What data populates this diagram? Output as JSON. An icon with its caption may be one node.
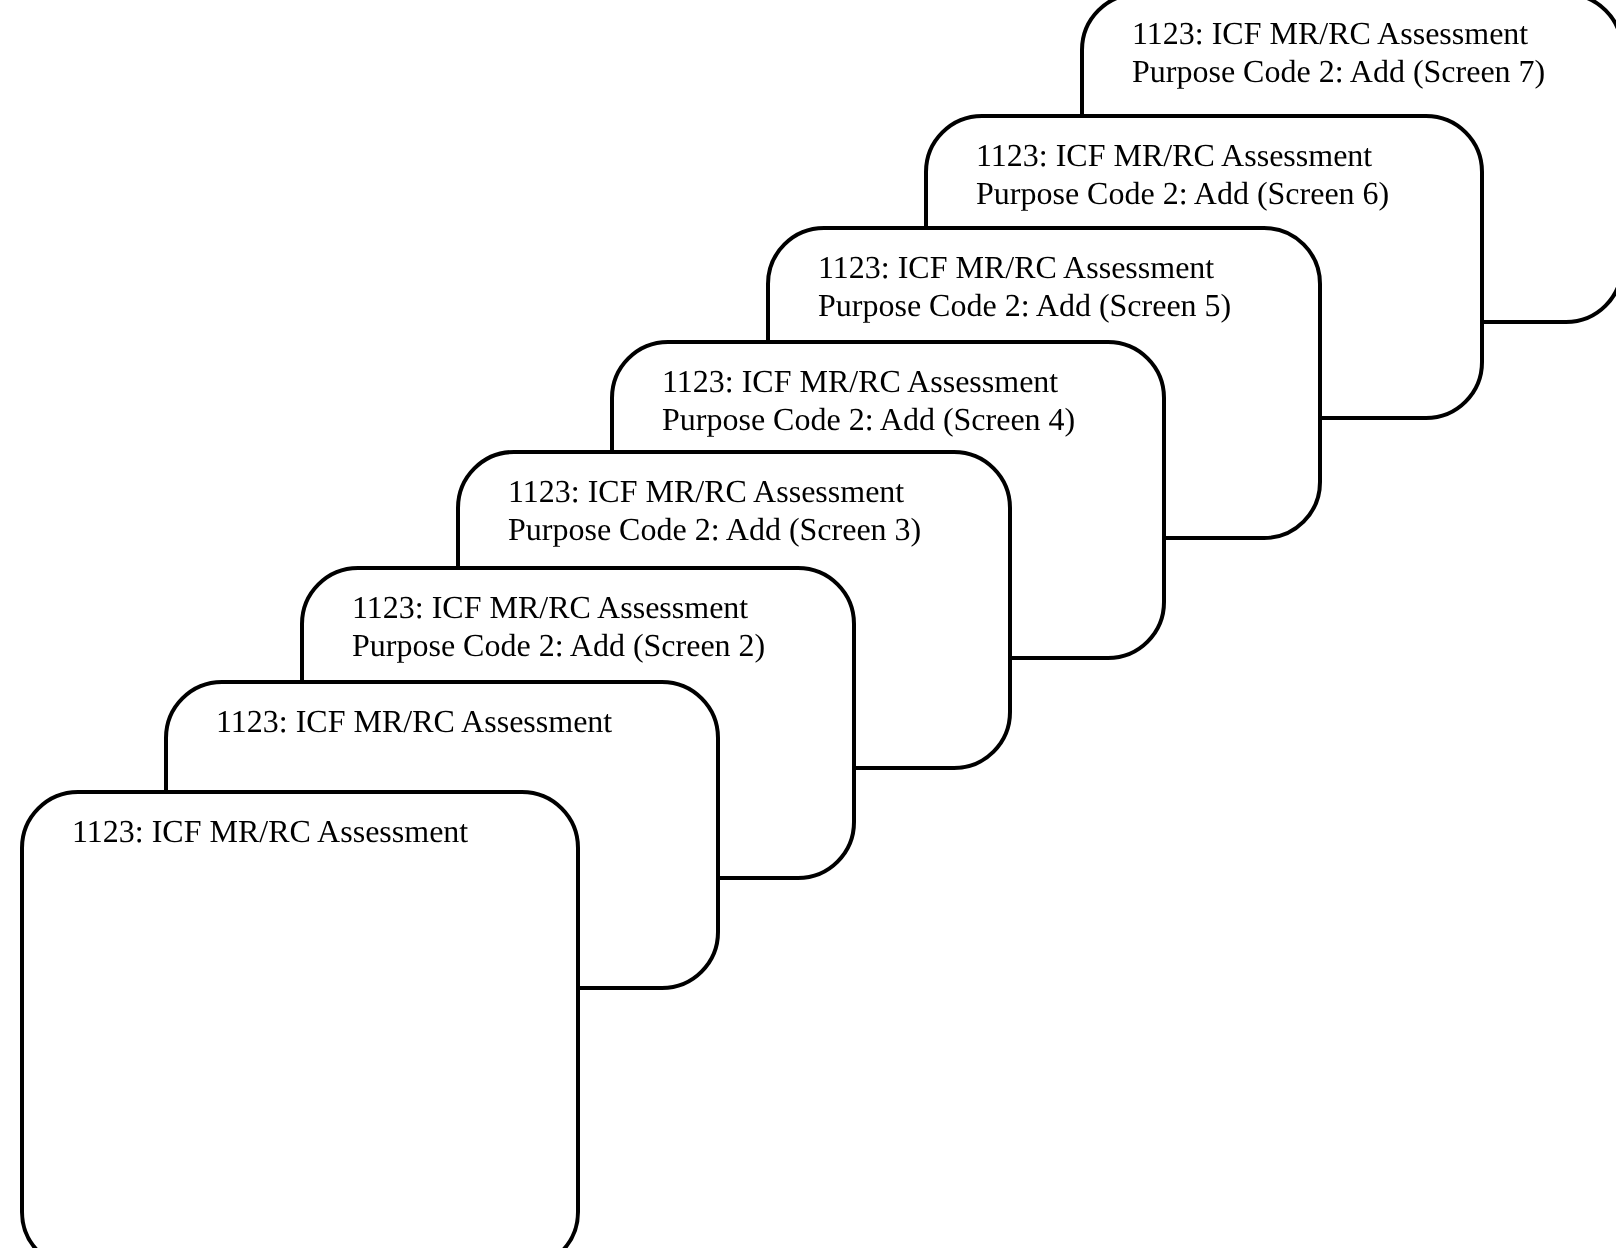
{
  "diagram": {
    "nodes": [
      {
        "text": [
          "1123: ICF MR/RC Assessment Purpose Code 2: Add (Screen 7)"
        ]
      },
      {
        "text": [
          "1123: ICF MR/RC Assessment Purpose Code 2: Add (Screen 6)"
        ]
      },
      {
        "text": [
          "1123: ICF MR/RC Assessment Purpose Code 2: Add (Screen 5)"
        ]
      },
      {
        "text": [
          "1123: ICF MR/RC Assessment Purpose Code 2: Add (Screen 4)"
        ]
      },
      {
        "text": [
          "1123: ICF MR/RC Assessment Purpose Code 2: Add (Screen 3)"
        ]
      },
      {
        "text": [
          "1123: ICF MR/RC Assessment Purpose Code 2: Add (Screen 2)"
        ]
      },
      {
        "text": [
          "1123: ICF MR/RC Assessment"
        ]
      },
      {
        "text": [
          "1123: ICF MR/RC Assessment"
        ]
      }
    ]
  }
}
